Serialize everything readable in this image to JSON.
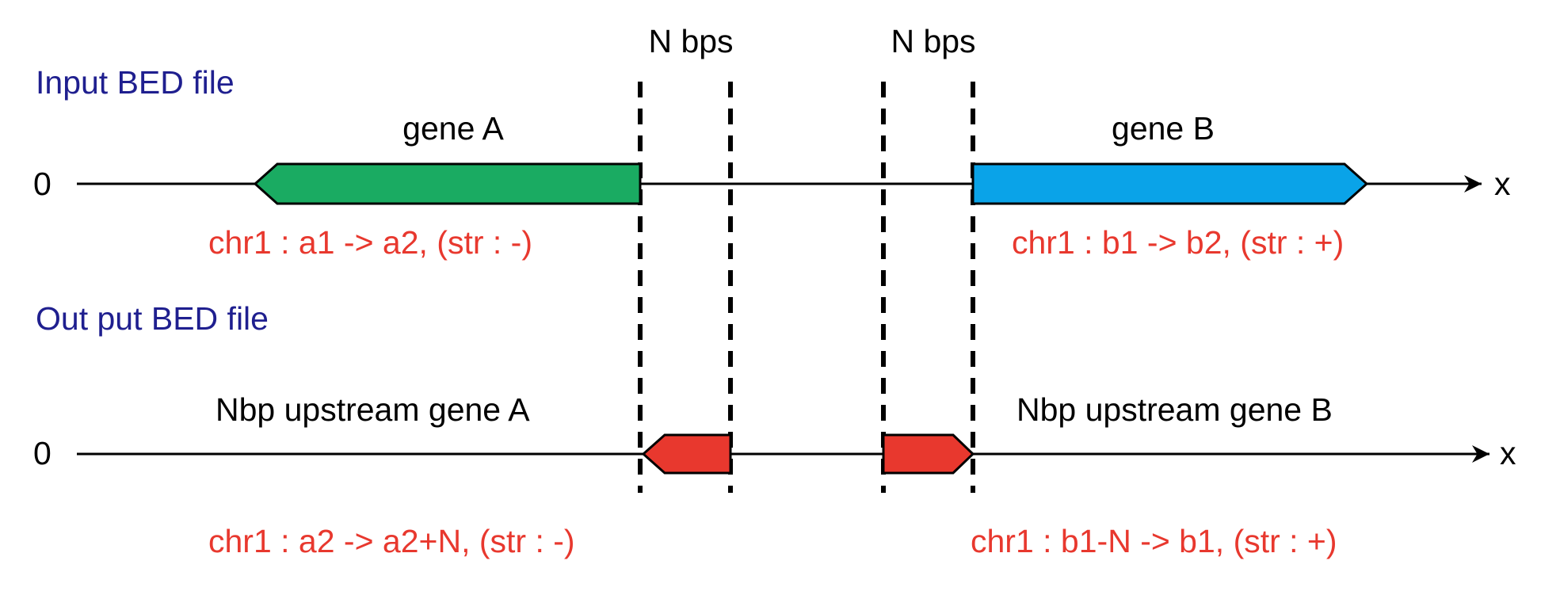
{
  "sections": {
    "input_title": "Input BED file",
    "output_title": "Out put BED file"
  },
  "axis": {
    "origin_label": "0",
    "x_label": "x"
  },
  "spans": {
    "left_label": "N bps",
    "right_label": "N bps"
  },
  "input": {
    "gene_a": {
      "name": "gene A",
      "coords": "chr1 : a1 -> a2, (str : -)",
      "strand": "-",
      "color": "#1aab62"
    },
    "gene_b": {
      "name": "gene B",
      "coords": "chr1 : b1 -> b2, (str : +)",
      "strand": "+",
      "color": "#0aa3e8"
    }
  },
  "output": {
    "region_a": {
      "name": "Nbp upstream gene A",
      "coords": "chr1 : a2 -> a2+N, (str : -)",
      "strand": "-",
      "color": "#e8382e"
    },
    "region_b": {
      "name": "Nbp upstream gene B",
      "coords": "chr1 : b1-N -> b1, (str : +)",
      "strand": "+",
      "color": "#e8382e"
    }
  },
  "colors": {
    "section_title": "#1f1f8f",
    "coordinate_text": "#e8382e",
    "line": "#000000"
  }
}
